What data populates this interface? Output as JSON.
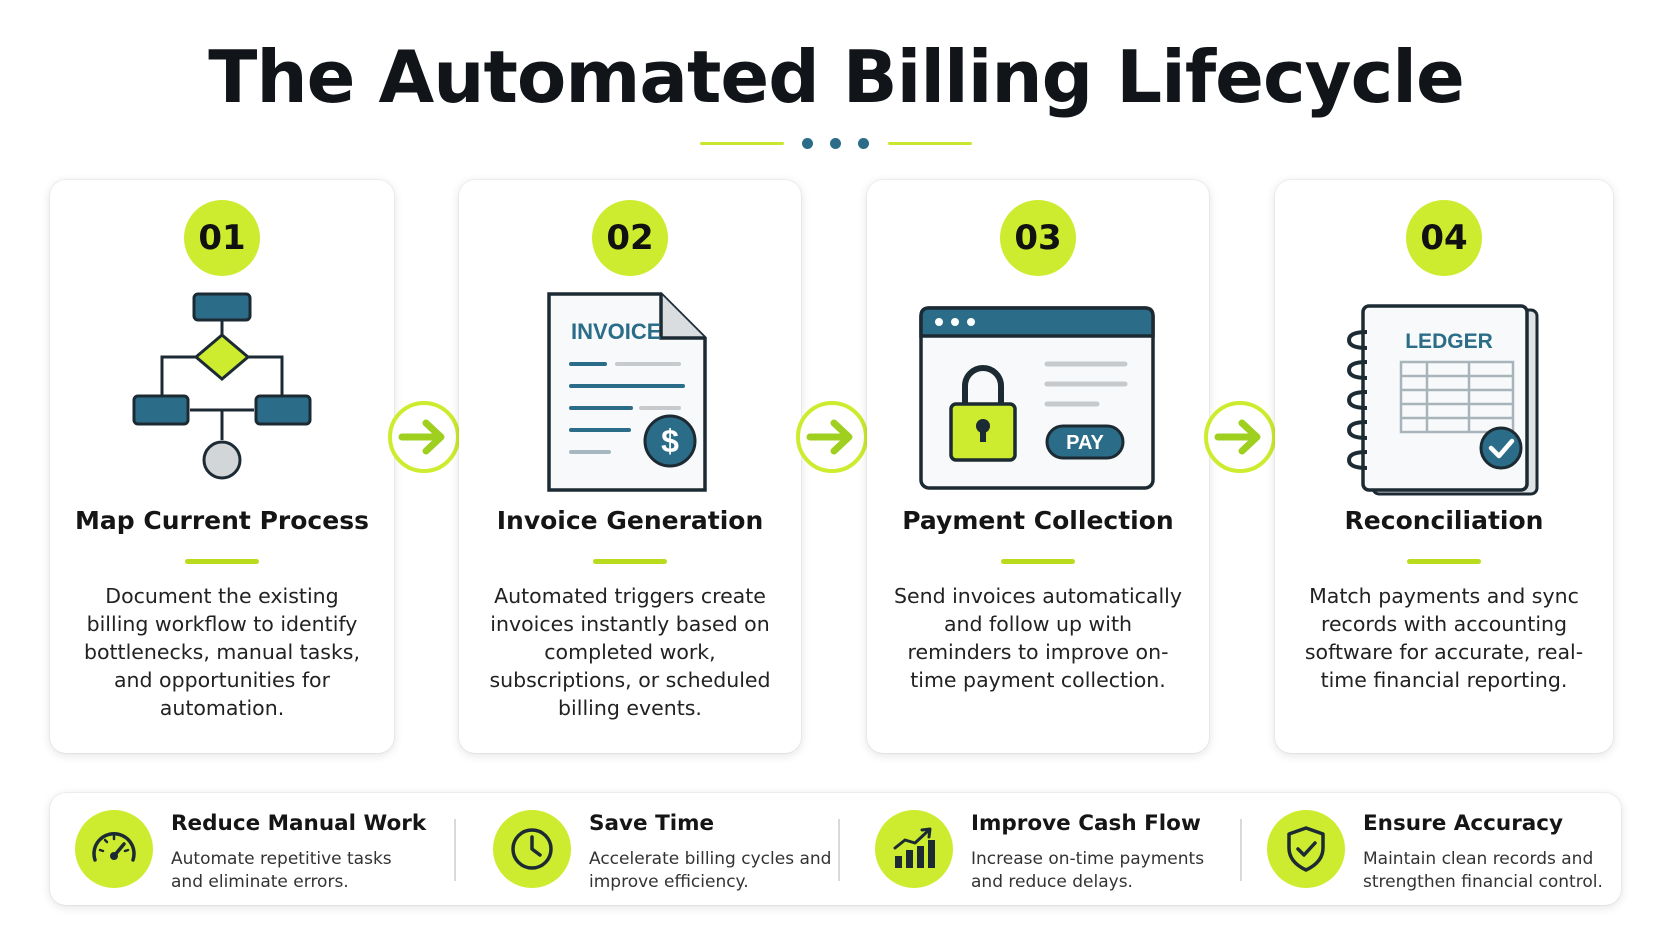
{
  "title": "The Automated Billing Lifecycle",
  "colors": {
    "accent": "#cdec2f",
    "primary": "#2b6d88",
    "dark": "#1c2a33"
  },
  "steps": [
    {
      "number": "01",
      "title": "Map Current Process",
      "description": "Document the existing billing workflow to identify bottlenecks, manual tasks, and opportunities for automation.",
      "icon": "flowchart-icon"
    },
    {
      "number": "02",
      "title": "Invoice Generation",
      "description": "Automated triggers create invoices instantly based on completed work, subscriptions, or scheduled billing events.",
      "icon": "invoice-icon",
      "icon_label": "INVOICE",
      "icon_symbol": "$"
    },
    {
      "number": "03",
      "title": "Payment Collection",
      "description": "Send invoices automatically and follow up with reminders to improve on-time payment collection.",
      "icon": "payment-browser-icon",
      "icon_label": "PAY"
    },
    {
      "number": "04",
      "title": "Reconciliation",
      "description": "Match payments and sync records with accounting software for accurate, real-time financial reporting.",
      "icon": "ledger-icon",
      "icon_label": "LEDGER"
    }
  ],
  "benefits": [
    {
      "title": "Reduce Manual Work",
      "description": "Automate repetitive tasks and eliminate errors.",
      "icon": "speedometer-icon"
    },
    {
      "title": "Save Time",
      "description": "Accelerate billing cycles and improve efficiency.",
      "icon": "clock-icon"
    },
    {
      "title": "Improve Cash Flow",
      "description": "Increase on-time payments and reduce delays.",
      "icon": "growth-chart-icon"
    },
    {
      "title": "Ensure Accuracy",
      "description": "Maintain clean records and strengthen financial control.",
      "icon": "shield-check-icon"
    }
  ]
}
